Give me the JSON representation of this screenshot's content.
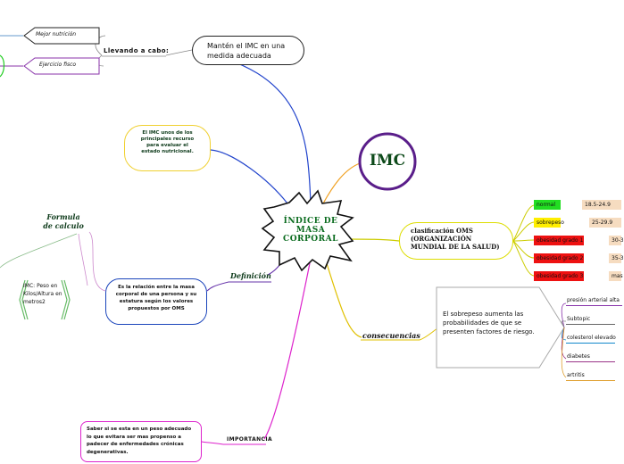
{
  "central": {
    "title": "ÍNDICE DE MASA CORPORAL"
  },
  "imc_label": "IMC",
  "branches": {
    "llevando": {
      "label": "Llevando a cabo:",
      "child": "Mantén el IMC en una medida adecuada"
    },
    "mejor_nutricion": "Mejor nutrición",
    "ejercicio": "Ejercicio fisco",
    "imc_uno": "El IMC unos de los principales recurso para evaluar el estado nutricional.",
    "formula": {
      "label": "Formula de calculo",
      "child": "IMC: Peso en Kilos/Altura en metros2"
    },
    "definicion": {
      "label": "Definición",
      "child": "Es la relación entre la masa corporal de una persona y su estatura según los valores propuestos por OMS"
    },
    "clasificacion": {
      "label": "clasificación OMS (ORGANIZACIÓN MUNDIAL DE LA SALUD)",
      "rows": [
        {
          "name": "normal",
          "value": "18.5-24.9",
          "color": "#22dd22"
        },
        {
          "name": "sobrepeso",
          "value": "25-29.9",
          "color": "#ffee00"
        },
        {
          "name": "obesidad grado 1",
          "value": "30-3",
          "color": "#ee1111"
        },
        {
          "name": "obesidad grado 2",
          "value": "35-3",
          "color": "#ee1111"
        },
        {
          "name": "obesidad grado 3",
          "value": "mas",
          "color": "#ee1111"
        }
      ]
    },
    "consecuencias": {
      "label": "consecuencias",
      "child": "El sobrepeso aumenta las probabilidades de que se presenten factores de riesgo.",
      "items": [
        {
          "text": "presión arterial alta",
          "color": "#8833aa"
        },
        {
          "text": "Subtopic",
          "color": "#666666"
        },
        {
          "text": "colesterol elevado",
          "color": "#1188cc"
        },
        {
          "text": "diabetes",
          "color": "#993388"
        },
        {
          "text": "artritis",
          "color": "#e0a030"
        }
      ]
    },
    "importancia": {
      "label": "IMPORTANCIA",
      "child": "Saber si se esta en un peso adecuado lo que evitara ser mas propenso a padecer de enfermedades crónicas degenerativas."
    }
  }
}
